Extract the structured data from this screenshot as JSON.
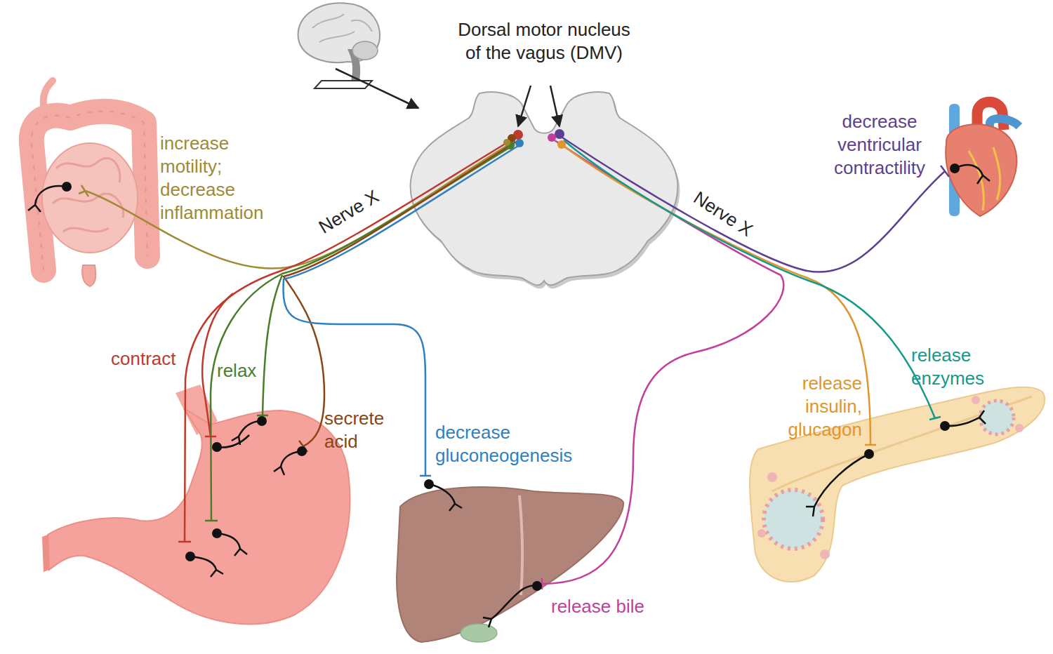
{
  "diagram": {
    "nodes": [
      {
        "text": [
          "Dorsal motor nucleus of the vagus (DMV)"
        ]
      }
    ],
    "labels": [
      "Nerve X",
      "Nerve X",
      "increase motility; decrease inflammation",
      "contract",
      "relax",
      "secrete acid",
      "decrease gluconeogenesis",
      "release bile",
      "release insulin, glucagon",
      "release enzymes",
      "decrease ventricular contractility"
    ]
  }
}
